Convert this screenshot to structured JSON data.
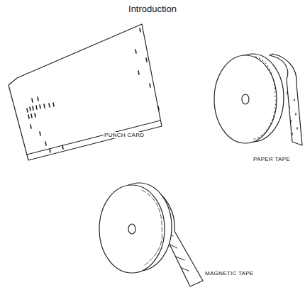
{
  "diagram": {
    "title": "Introduction",
    "labels": [
      "PUNCH CARD",
      "PAPER TAPE",
      "MAGNETIC TAPE"
    ]
  }
}
